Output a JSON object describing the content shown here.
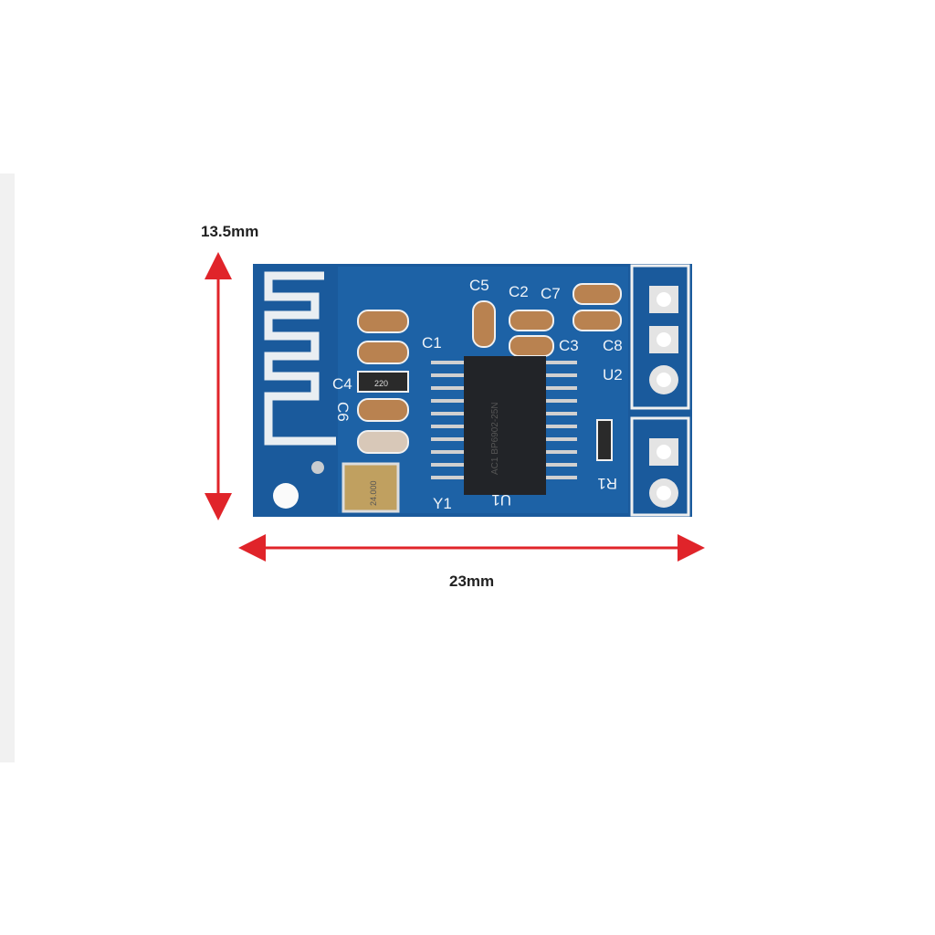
{
  "dimensions": {
    "height_label": "13.5mm",
    "width_label": "23mm"
  },
  "colors": {
    "pcb": "#1a5a9c",
    "arrow": "#e0242a",
    "chip": "#222428",
    "pad": "#d8d8d8"
  },
  "silkscreen": {
    "c5": "C5",
    "c2": "C2",
    "c7": "C7",
    "c1": "C1",
    "c3": "C3",
    "c8": "C8",
    "u2": "U2",
    "c4": "C4",
    "c6": "C6",
    "y1": "Y1",
    "u1": "U1",
    "r1": "R1"
  },
  "chip_marking": "AC1 BP6902-25N",
  "crystal_marking": "24.000",
  "resistor_marking": "220"
}
